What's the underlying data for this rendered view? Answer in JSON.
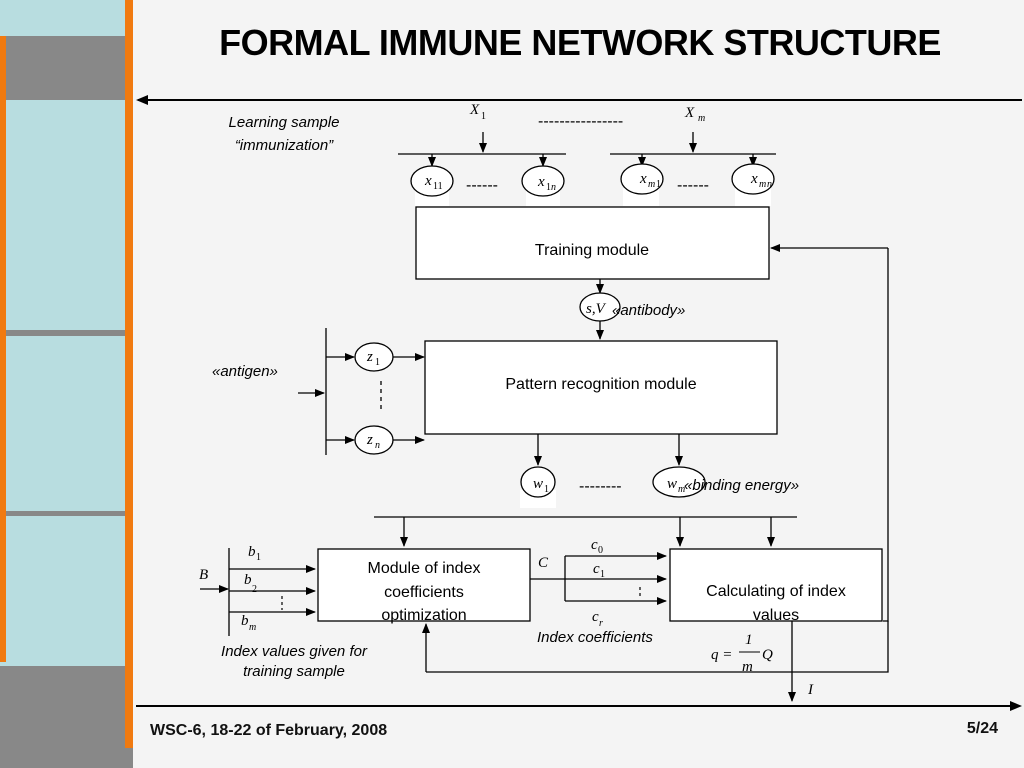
{
  "title": "FORMAL IMMUNE NETWORK STRUCTURE",
  "footer": "WSC-6, 18-22 of February, 2008",
  "page_number": "5/24",
  "colors": {
    "accent": "#f07a10",
    "strip": "#888888",
    "cyan": "#b8dde0"
  },
  "labels": {
    "learning_sample_line1": "Learning sample",
    "learning_sample_line2": "“immunization”",
    "antigen": "«antigen»",
    "antibody": "«antibody»",
    "binding_energy": "«binding energy»",
    "index_values_line1": "Index values given for",
    "index_values_line2": "training sample",
    "index_coefficients": "Index coefficients"
  },
  "modules": {
    "training": "Training module",
    "pattern": "Pattern recognition module",
    "optimization_line1": "Module of index",
    "optimization_line2": "coefficients",
    "optimization_line3": "optimization",
    "calculating_line1": "Calculating of index",
    "calculating_line2": "values"
  },
  "symbols": {
    "X": "X",
    "one": "1",
    "m": "m",
    "n": "n",
    "r": "r",
    "eleven": "11",
    "x": "x",
    "z": "z",
    "w": "w",
    "b": "b",
    "c": "c",
    "zero": "0",
    "two": "2",
    "sV": "s,V",
    "B": "B",
    "C": "C",
    "I": "I",
    "q_eq": "q =",
    "Q": "Q",
    "dashes_long": "----------------",
    "dashes_short": "------",
    "dashes_mid": "--------"
  }
}
